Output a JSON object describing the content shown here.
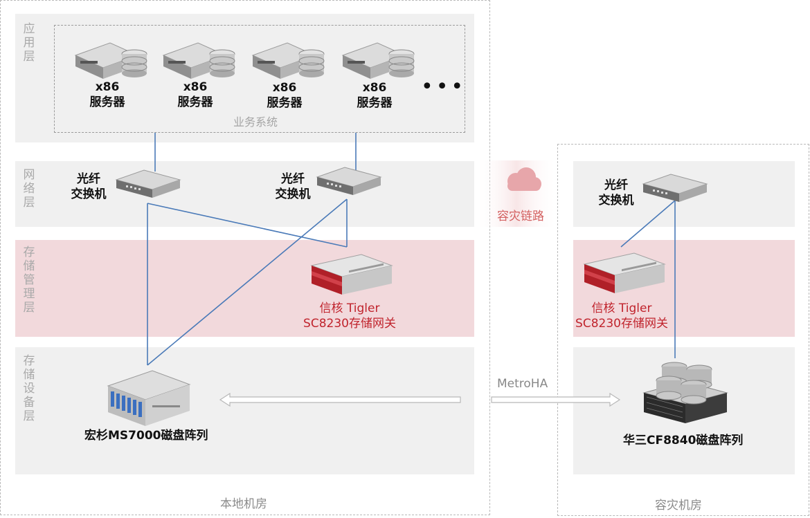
{
  "layers": {
    "app": "应用层",
    "network": "网络层",
    "storage_mgmt": "存储管理层",
    "storage_device": "存储设备层"
  },
  "business_system_label": "业务系统",
  "servers": [
    {
      "line1": "x86",
      "line2": "服务器"
    },
    {
      "line1": "x86",
      "line2": "服务器"
    },
    {
      "line1": "x86",
      "line2": "服务器"
    },
    {
      "line1": "x86",
      "line2": "服务器"
    }
  ],
  "more_dots": "•••",
  "switches": [
    {
      "line1": "光纤",
      "line2": "交换机"
    },
    {
      "line1": "光纤",
      "line2": "交换机"
    },
    {
      "line1": "光纤",
      "line2": "交换机"
    }
  ],
  "gateways": [
    {
      "line1": "信核 Tigler",
      "line2": "SC8230存储网关"
    },
    {
      "line1": "信核 Tigler",
      "line2": "SC8230存储网关"
    }
  ],
  "local_array": "宏杉MS7000磁盘阵列",
  "remote_array": "华三CF8840磁盘阵列",
  "disaster_link_label": "容灾链路",
  "metroha_label": "MetroHA",
  "sites": {
    "local": "本地机房",
    "remote": "容灾机房"
  },
  "colors": {
    "band_gray": "#f0f0f0",
    "band_pink": "#f2d9dc",
    "link_blue": "#4a7ab8",
    "gateway_red": "#c0232c"
  }
}
